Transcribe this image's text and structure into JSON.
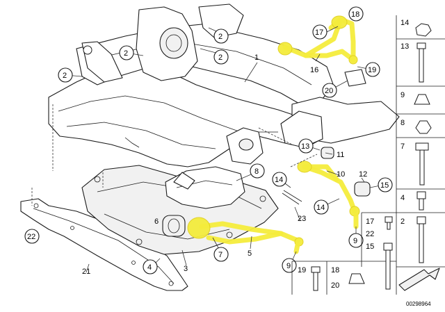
{
  "diagram": {
    "callouts": [
      {
        "id": "c1",
        "text": "1"
      },
      {
        "id": "c2a",
        "text": "2"
      },
      {
        "id": "c2b",
        "text": "2"
      },
      {
        "id": "c2c",
        "text": "2"
      },
      {
        "id": "c3",
        "text": "3"
      },
      {
        "id": "c4",
        "text": "4"
      },
      {
        "id": "c5",
        "text": "5"
      },
      {
        "id": "c6",
        "text": "6"
      },
      {
        "id": "c7",
        "text": "7"
      },
      {
        "id": "c8",
        "text": "8"
      },
      {
        "id": "c9a",
        "text": "9"
      },
      {
        "id": "c9b",
        "text": "9"
      },
      {
        "id": "c10",
        "text": "10"
      },
      {
        "id": "c11",
        "text": "11"
      },
      {
        "id": "c12",
        "text": "12"
      },
      {
        "id": "c13",
        "text": "13"
      },
      {
        "id": "c14a",
        "text": "14"
      },
      {
        "id": "c14b",
        "text": "14"
      },
      {
        "id": "c15",
        "text": "15"
      },
      {
        "id": "c16",
        "text": "16"
      },
      {
        "id": "c17",
        "text": "17"
      },
      {
        "id": "c18",
        "text": "18"
      },
      {
        "id": "c19",
        "text": "19"
      },
      {
        "id": "c20",
        "text": "20"
      },
      {
        "id": "c21",
        "text": "21"
      },
      {
        "id": "c22",
        "text": "22"
      },
      {
        "id": "c23",
        "text": "23"
      }
    ],
    "legend": [
      {
        "id": "l14",
        "text": "14"
      },
      {
        "id": "l13",
        "text": "13"
      },
      {
        "id": "l9",
        "text": "9"
      },
      {
        "id": "l8",
        "text": "8"
      },
      {
        "id": "l7",
        "text": "7"
      },
      {
        "id": "l4",
        "text": "4"
      },
      {
        "id": "l2",
        "text": "2"
      },
      {
        "id": "l17",
        "text": "17"
      },
      {
        "id": "l22",
        "text": "22"
      },
      {
        "id": "l15",
        "text": "15"
      },
      {
        "id": "l19",
        "text": "19"
      },
      {
        "id": "l18",
        "text": "18"
      },
      {
        "id": "l20",
        "text": "20"
      }
    ],
    "image_code": "00298964",
    "highlight_color": "#f4ec3c"
  }
}
